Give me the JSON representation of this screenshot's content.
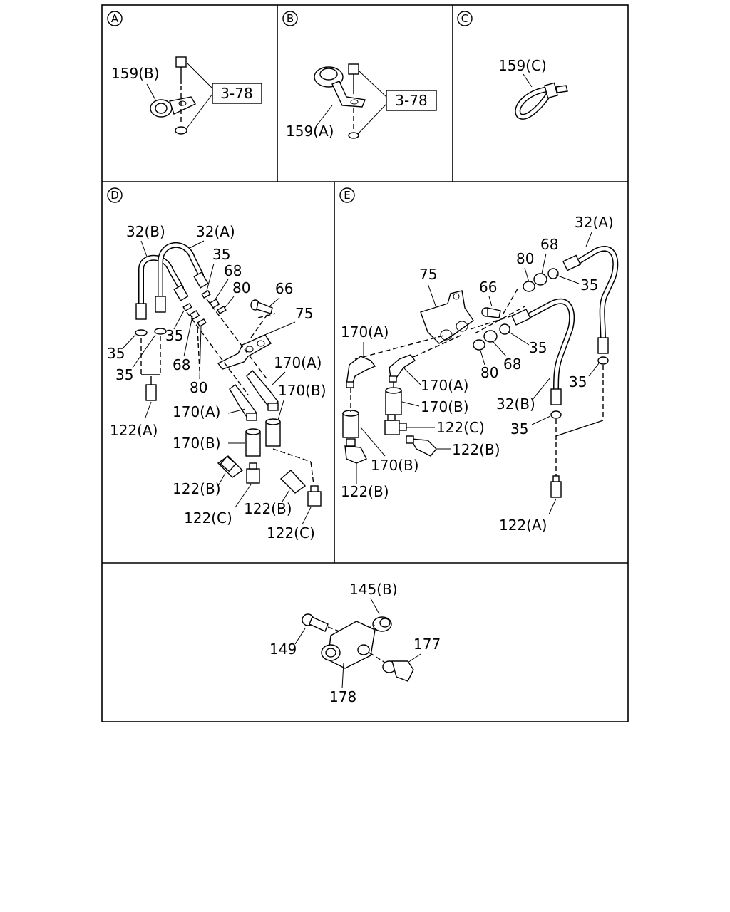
{
  "panels": {
    "A": {
      "letter": "A",
      "labels": {
        "clip": "159(B)",
        "ref": "3-78"
      }
    },
    "B": {
      "letter": "B",
      "labels": {
        "clip": "159(A)",
        "ref": "3-78"
      }
    },
    "C": {
      "letter": "C",
      "labels": {
        "band": "159(C)"
      }
    },
    "D": {
      "letter": "D",
      "labels": {
        "hose_b": "32(B)",
        "hose_a": "32(A)",
        "w35_top": "35",
        "w68_top": "68",
        "w80_top": "80",
        "bolt66": "66",
        "bracket75": "75",
        "w35_mid": "35",
        "w35_left": "35",
        "w35_left2": "35",
        "w68_bottom": "68",
        "w80_bottom": "80",
        "union170a_right": "170(A)",
        "union170b_right": "170(B)",
        "union170a_left": "170(A)",
        "union170b_left": "170(B)",
        "conn122a": "122(A)",
        "conn122b_left": "122(B)",
        "conn122c_left": "122(C)",
        "conn122b_right": "122(B)",
        "conn122c_right": "122(C)"
      }
    },
    "E": {
      "letter": "E",
      "labels": {
        "hose_a": "32(A)",
        "w68_top": "68",
        "w80_top": "80",
        "bracket75": "75",
        "bolt66": "66",
        "w35_top": "35",
        "union170a_left": "170(A)",
        "w35_mid": "35",
        "w80_bottom": "80",
        "w68_bottom": "68",
        "union170a_mid": "170(A)",
        "union170b_mid": "170(B)",
        "hose_b": "32(B)",
        "w35_right": "35",
        "w35_lower": "35",
        "conn122c": "122(C)",
        "conn122b_mid": "122(B)",
        "union170b_low": "170(B)",
        "conn122b_left": "122(B)",
        "conn122a": "122(A)"
      }
    },
    "F": {
      "labels": {
        "fitting145b": "145(B)",
        "bolt149": "149",
        "bleeder177": "177",
        "block178": "178"
      }
    }
  }
}
